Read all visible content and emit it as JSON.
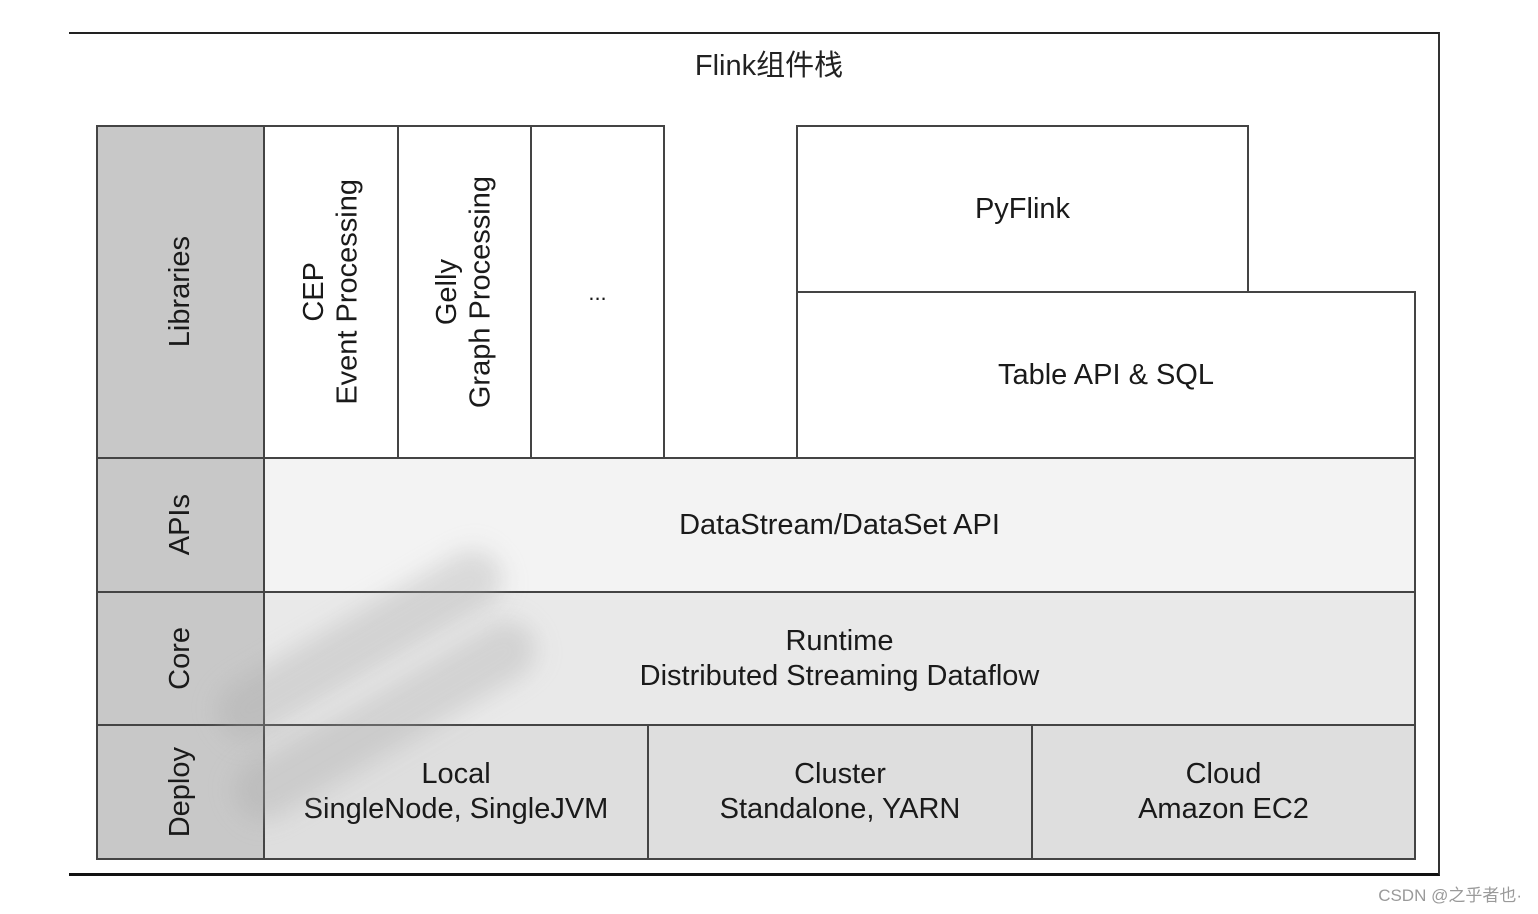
{
  "title": "Flink组件栈",
  "layers": {
    "libraries": "Libraries",
    "apis": "APIs",
    "core": "Core",
    "deploy": "Deploy"
  },
  "libraries": {
    "cep": [
      "CEP",
      "Event Processing"
    ],
    "gelly": [
      "Gelly",
      "Graph Processing"
    ],
    "more": "...",
    "pyflink": "PyFlink",
    "table_sql": "Table API & SQL"
  },
  "apis": {
    "datastream": "DataStream/DataSet API"
  },
  "core": {
    "runtime": [
      "Runtime",
      "Distributed Streaming Dataflow"
    ]
  },
  "deploy": {
    "local": [
      "Local",
      "SingleNode, SingleJVM"
    ],
    "cluster": [
      "Cluster",
      "Standalone, YARN"
    ],
    "cloud": [
      "Cloud",
      "Amazon EC2"
    ]
  },
  "watermark": "CSDN @之乎者也·"
}
